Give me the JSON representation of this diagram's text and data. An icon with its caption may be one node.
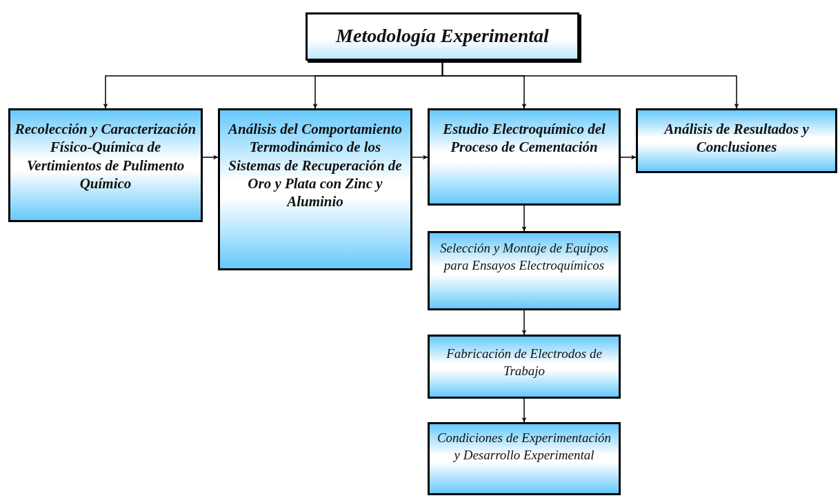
{
  "diagram": {
    "nodes": [
      {
        "text": [
          "Metodología Experimental"
        ]
      },
      {
        "text": [
          "Recolección y Caracterización Físico-Química de Vertimientos de Pulimento Químico"
        ]
      },
      {
        "text": [
          "Análisis del Comportamiento Termodinámico de los Sistemas de Recuperación de Oro y Plata con Zinc y Aluminio"
        ]
      },
      {
        "text": [
          "Estudio Electroquímico del Proceso de Cementación"
        ]
      },
      {
        "text": [
          "Análisis de Resultados y Conclusiones"
        ]
      },
      {
        "text": [
          "Selección y Montaje de Equipos para Ensayos Electroquímicos"
        ]
      },
      {
        "text": [
          "Fabricación de Electrodos de Trabajo"
        ]
      },
      {
        "text": [
          "Condiciones de Experimentación y Desarrollo Experimental"
        ]
      }
    ],
    "edges": [
      {
        "from": 0,
        "to": 1,
        "arrow": "to"
      },
      {
        "from": 0,
        "to": 2,
        "arrow": "to"
      },
      {
        "from": 0,
        "to": 3,
        "arrow": "to"
      },
      {
        "from": 0,
        "to": 4,
        "arrow": "to"
      },
      {
        "from": 1,
        "to": 2,
        "arrow": "to"
      },
      {
        "from": 2,
        "to": 3,
        "arrow": "to"
      },
      {
        "from": 3,
        "to": 4,
        "arrow": "to"
      },
      {
        "from": 3,
        "to": 5,
        "arrow": "to"
      },
      {
        "from": 5,
        "to": 6,
        "arrow": "to"
      },
      {
        "from": 6,
        "to": 7,
        "arrow": "to"
      }
    ]
  }
}
